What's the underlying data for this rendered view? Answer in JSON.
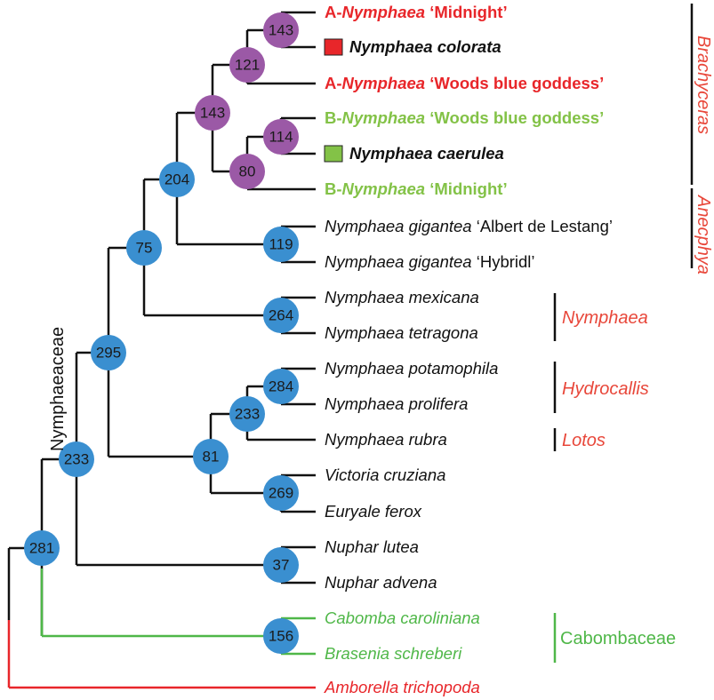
{
  "colors": {
    "red": "#e8262a",
    "green": "#83c247",
    "dark_green": "#4fb748",
    "purple_node": "#9b59a6",
    "blue_node": "#3a8fd0",
    "black": "#111111",
    "clade_red": "#e8473a"
  },
  "taxa": [
    {
      "id": "t1",
      "prefix": "A-",
      "genus": "Nymphaea",
      "suffix": " ‘Midnight’",
      "color": "red",
      "bold": true
    },
    {
      "id": "t2",
      "prefix": "",
      "genus": "Nymphaea colorata",
      "suffix": "",
      "color": "black",
      "bold": true,
      "marker": "red-square"
    },
    {
      "id": "t3",
      "prefix": "A-",
      "genus": "Nymphaea",
      "suffix": " ‘Woods blue goddess’",
      "color": "red",
      "bold": true
    },
    {
      "id": "t4",
      "prefix": "B-",
      "genus": "Nymphaea",
      "suffix": " ‘Woods blue goddess’",
      "color": "green",
      "bold": true
    },
    {
      "id": "t5",
      "prefix": "",
      "genus": "Nymphaea caerulea",
      "suffix": "",
      "color": "black",
      "bold": true,
      "marker": "green-square"
    },
    {
      "id": "t6",
      "prefix": "B-",
      "genus": "Nymphaea",
      "suffix": " ‘Midnight’",
      "color": "green",
      "bold": true
    },
    {
      "id": "t7",
      "prefix": "",
      "genus": "Nymphaea gigantea",
      "suffix": " ‘Albert de Lestang’",
      "color": "black",
      "bold": false
    },
    {
      "id": "t8",
      "prefix": "",
      "genus": "Nymphaea gigantea",
      "suffix": " ‘Hybridl’",
      "color": "black",
      "bold": false
    },
    {
      "id": "t9",
      "prefix": "",
      "genus": "Nymphaea mexicana",
      "suffix": "",
      "color": "black",
      "bold": false
    },
    {
      "id": "t10",
      "prefix": "",
      "genus": "Nymphaea tetragona",
      "suffix": "",
      "color": "black",
      "bold": false
    },
    {
      "id": "t11",
      "prefix": "",
      "genus": "Nymphaea potamophila",
      "suffix": "",
      "color": "black",
      "bold": false
    },
    {
      "id": "t12",
      "prefix": "",
      "genus": "Nymphaea prolifera",
      "suffix": "",
      "color": "black",
      "bold": false
    },
    {
      "id": "t13",
      "prefix": "",
      "genus": "Nymphaea rubra",
      "suffix": "",
      "color": "black",
      "bold": false
    },
    {
      "id": "t14",
      "prefix": "",
      "genus": "Victoria cruziana",
      "suffix": "",
      "color": "black",
      "bold": false
    },
    {
      "id": "t15",
      "prefix": "",
      "genus": "Euryale ferox",
      "suffix": "",
      "color": "black",
      "bold": false
    },
    {
      "id": "t16",
      "prefix": "",
      "genus": "Nuphar lutea",
      "suffix": "",
      "color": "black",
      "bold": false
    },
    {
      "id": "t17",
      "prefix": "",
      "genus": "Nuphar advena",
      "suffix": "",
      "color": "black",
      "bold": false
    },
    {
      "id": "t18",
      "prefix": "",
      "genus": "Cabomba caroliniana",
      "suffix": "",
      "color": "dark_green",
      "bold": false
    },
    {
      "id": "t19",
      "prefix": "",
      "genus": "Brasenia schreberi",
      "suffix": "",
      "color": "dark_green",
      "bold": false
    },
    {
      "id": "t20",
      "prefix": "",
      "genus": "Amborella trichopoda",
      "suffix": "",
      "color": "red",
      "bold": false
    }
  ],
  "nodes": [
    {
      "id": "n1",
      "label": "143",
      "color": "purple_node"
    },
    {
      "id": "n2",
      "label": "121",
      "color": "purple_node"
    },
    {
      "id": "n3",
      "label": "143",
      "color": "purple_node"
    },
    {
      "id": "n4",
      "label": "114",
      "color": "purple_node"
    },
    {
      "id": "n5",
      "label": "80",
      "color": "purple_node"
    },
    {
      "id": "n6",
      "label": "204",
      "color": "blue_node"
    },
    {
      "id": "n7",
      "label": "119",
      "color": "blue_node"
    },
    {
      "id": "n8",
      "label": "75",
      "color": "blue_node"
    },
    {
      "id": "n9",
      "label": "264",
      "color": "blue_node"
    },
    {
      "id": "n10",
      "label": "295",
      "color": "blue_node"
    },
    {
      "id": "n11",
      "label": "284",
      "color": "blue_node"
    },
    {
      "id": "n12",
      "label": "233",
      "color": "blue_node"
    },
    {
      "id": "n13",
      "label": "81",
      "color": "blue_node"
    },
    {
      "id": "n14",
      "label": "269",
      "color": "blue_node"
    },
    {
      "id": "n15",
      "label": "233",
      "color": "blue_node"
    },
    {
      "id": "n16",
      "label": "37",
      "color": "blue_node"
    },
    {
      "id": "n17",
      "label": "281",
      "color": "blue_node"
    },
    {
      "id": "n18",
      "label": "156",
      "color": "blue_node"
    }
  ],
  "clades": {
    "brachyceras": "Brachyceras",
    "anecphya": "Anecphya",
    "nymphaea": "Nymphaea",
    "hydrocallis": "Hydrocallis",
    "lotos": "Lotos",
    "cabombaceae": "Cabombaceae",
    "nymphaeaceae": "Nymphaeaceae"
  }
}
